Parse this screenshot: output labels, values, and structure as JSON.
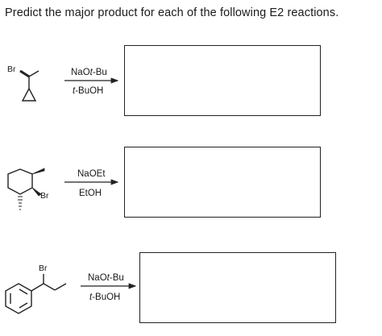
{
  "question": {
    "title": "Predict the major product for each of the following E2 reactions."
  },
  "reactions": [
    {
      "substrate_label": "Br",
      "reagent": {
        "base_prefix": "NaO",
        "base_italic": "t",
        "base_suffix": "-Bu"
      },
      "solvent": {
        "solvent_italic": "t",
        "solvent_suffix": "-BuOH"
      }
    },
    {
      "substrate_label": "Br",
      "reagent": {
        "base": "NaOEt"
      },
      "solvent": {
        "solvent": "EtOH"
      }
    },
    {
      "substrate_label": "Br",
      "reagent": {
        "base_prefix": "NaO",
        "base_italic": "t",
        "base_suffix": "-Bu"
      },
      "solvent": {
        "solvent_italic": "t",
        "solvent_suffix": "-BuOH"
      }
    }
  ]
}
